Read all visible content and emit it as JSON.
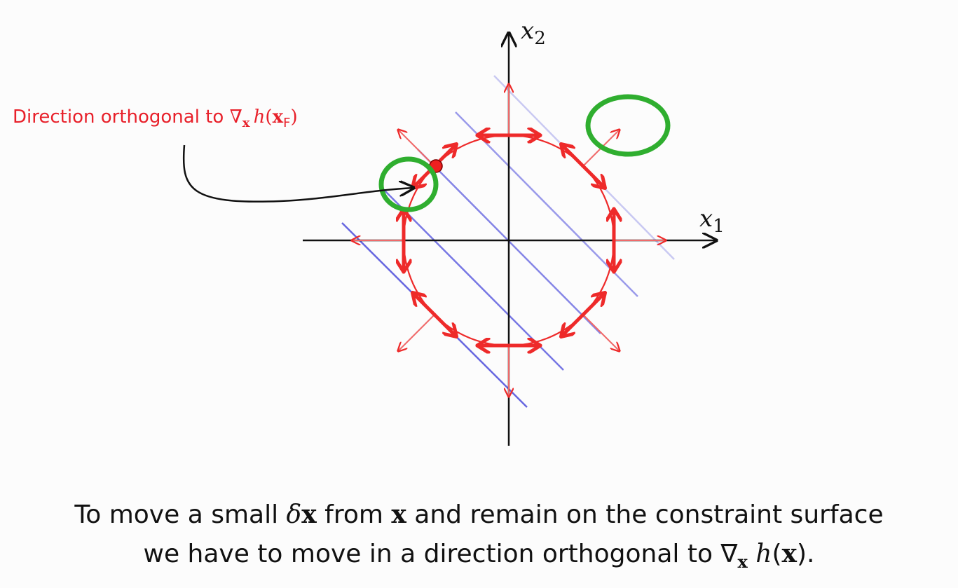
{
  "diagram": {
    "axis_x_label": "x",
    "axis_x_sub": "1",
    "axis_y_label": "x",
    "axis_y_sub": "2",
    "annotation": {
      "text": "Direction orthogonal to ",
      "nabla": "∇",
      "bold_x": "x",
      "h": "h",
      "open": "(",
      "arg": "x",
      "arg_sub": "F",
      "close": ")"
    },
    "colors": {
      "constraint": "#ee2a2a",
      "contours": "#6f6fe8",
      "highlight": "#2fae2f",
      "axes": "#111111"
    }
  },
  "caption": {
    "line1_a": "To move a small ",
    "line1_delta": "δ",
    "line1_x": "x",
    "line1_b": " from ",
    "line1_x2": "x",
    "line1_c": " and remain on the constraint surface",
    "line2_a": "we have to move in a direction orthogonal to ",
    "line2_nabla": "∇",
    "line2_sub": "x",
    "line2_h": " h",
    "line2_open": "(",
    "line2_arg": "x",
    "line2_close": ")."
  }
}
